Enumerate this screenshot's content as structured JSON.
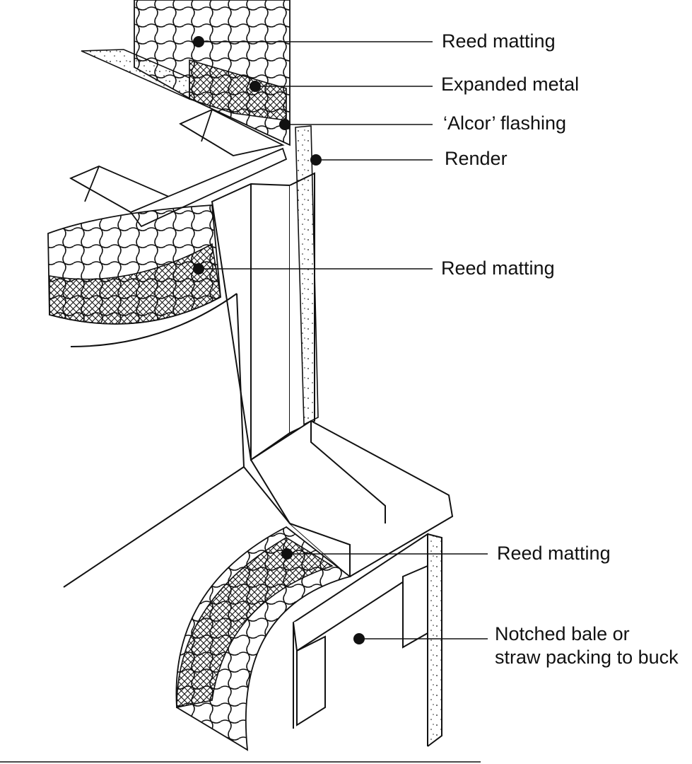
{
  "labels": {
    "reed_matting_top": "Reed matting",
    "expanded_metal": "Expanded metal",
    "alcor_flashing": "‘Alcor’ flashing",
    "render": "Render",
    "reed_matting_middle": "Reed matting",
    "reed_matting_lower": "Reed matting",
    "notched_bale_line1": "Notched bale or",
    "notched_bale_line2": "straw packing to buck"
  },
  "colors": {
    "ink": "#111111",
    "background": "#ffffff"
  }
}
